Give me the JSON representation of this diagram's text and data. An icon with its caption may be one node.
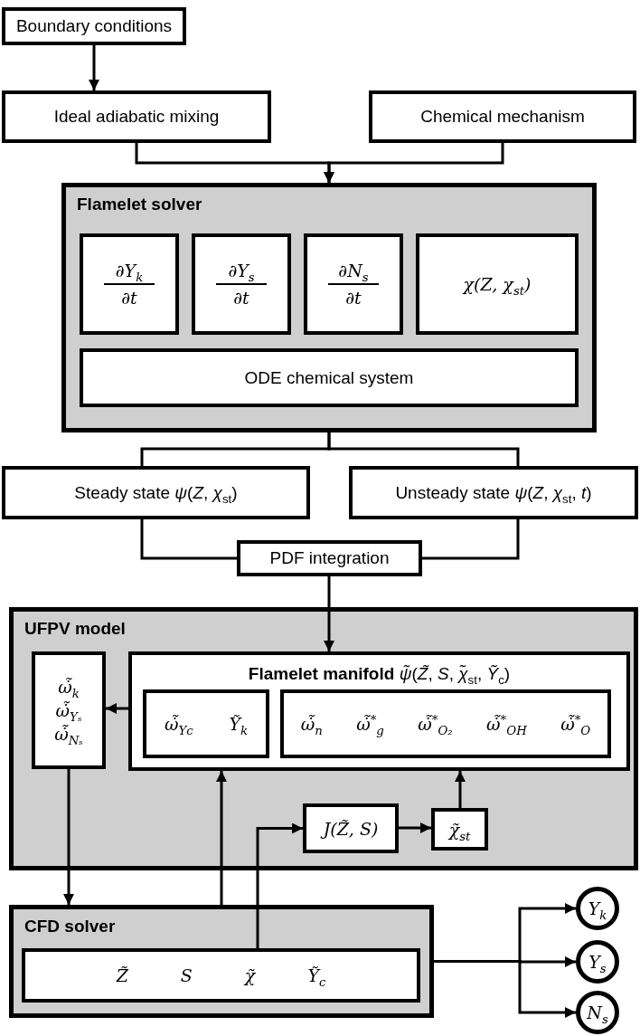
{
  "diagram": {
    "nodes": [
      {
        "text": [
          "Boundary conditions"
        ]
      },
      {
        "text": [
          "Ideal adiabatic mixing"
        ]
      },
      {
        "text": [
          "Chemical mechanism"
        ]
      },
      {
        "text": [
          "Flamelet solver"
        ]
      },
      {
        "text": [
          "∂Y$_{k}$",
          "∂t"
        ],
        "in": 3
      },
      {
        "text": [
          "∂Y$_{s}$",
          "∂t"
        ],
        "in": 3
      },
      {
        "text": [
          "∂N$_{s}$",
          "∂t"
        ],
        "in": 3
      },
      {
        "text": [
          "χ(Z, χ$_{st}$)"
        ],
        "in": 3
      },
      {
        "text": [
          "ODE chemical system"
        ],
        "in": 3
      },
      {
        "text": [
          "Steady state *ψ*(*Z*, *χ*$_{st}$)"
        ]
      },
      {
        "text": [
          "Unsteady state *ψ*(*Z*, *χ*$_{st}$, *t*)"
        ]
      },
      {
        "text": [
          "PDF integration"
        ]
      },
      {
        "text": [
          "UFPV model"
        ]
      },
      {
        "text": [
          "ω̇̃$_{k}$",
          "ω̇̃$_{Yₛ}$",
          "ω̇̃$_{Nₛ}$"
        ],
        "in": 12
      },
      {
        "text": [
          "**Flamelet manifold** *ψ̃*(*Z̃*, *S*, *χ̃*$_{st}$, *Ỹ*$_{c}$)"
        ],
        "in": 12
      },
      {
        "text": [
          "ω̇̃$_{Yc}$",
          "Ỹ$_{k}$"
        ],
        "in": 14
      },
      {
        "text": [
          "ω̇̃$_{n}$",
          "ω̇̃$^{*}$$_{g}$",
          "ω̇̃$^{*}$$_{O₂}$",
          "ω̇̃$^{*}$$_{OH}$",
          "ω̇̃$^{*}$$_{O}$"
        ],
        "in": 14
      },
      {
        "text": [
          "J(Z̃, S)"
        ],
        "in": 12
      },
      {
        "text": [
          "χ̃$_{st}$"
        ],
        "in": 12
      },
      {
        "text": [
          "CFD solver"
        ]
      },
      {
        "text": [
          "Z̃",
          "S",
          "χ̃",
          "Ỹ$_{c}$"
        ],
        "in": 19
      },
      {
        "text": [
          "Y$_{k}$"
        ]
      },
      {
        "text": [
          "Y$_{s}$"
        ]
      },
      {
        "text": [
          "N$_{s}$"
        ]
      }
    ],
    "edges": [
      {
        "from": 0,
        "to": 1,
        "arrow": "to"
      },
      {
        "from": 1,
        "to": 3,
        "arrow": "to"
      },
      {
        "from": 2,
        "to": 3,
        "arrow": "to"
      },
      {
        "from": 3,
        "to": 9,
        "arrow": "none"
      },
      {
        "from": 3,
        "to": 10,
        "arrow": "none"
      },
      {
        "from": 9,
        "to": 11,
        "arrow": "none"
      },
      {
        "from": 10,
        "to": 11,
        "arrow": "none"
      },
      {
        "from": 11,
        "to": 14,
        "arrow": "to"
      },
      {
        "from": 14,
        "to": 13,
        "arrow": "to"
      },
      {
        "from": 13,
        "to": 19,
        "arrow": "to"
      },
      {
        "from": 19,
        "to": 14,
        "arrow": "to"
      },
      {
        "from": 20,
        "to": 17,
        "arrow": "to"
      },
      {
        "from": 17,
        "to": 18,
        "arrow": "to"
      },
      {
        "from": 18,
        "to": 14,
        "arrow": "to"
      },
      {
        "from": 19,
        "to": 21,
        "arrow": "to"
      },
      {
        "from": 19,
        "to": 22,
        "arrow": "to"
      },
      {
        "from": 19,
        "to": 23,
        "arrow": "to"
      }
    ]
  }
}
